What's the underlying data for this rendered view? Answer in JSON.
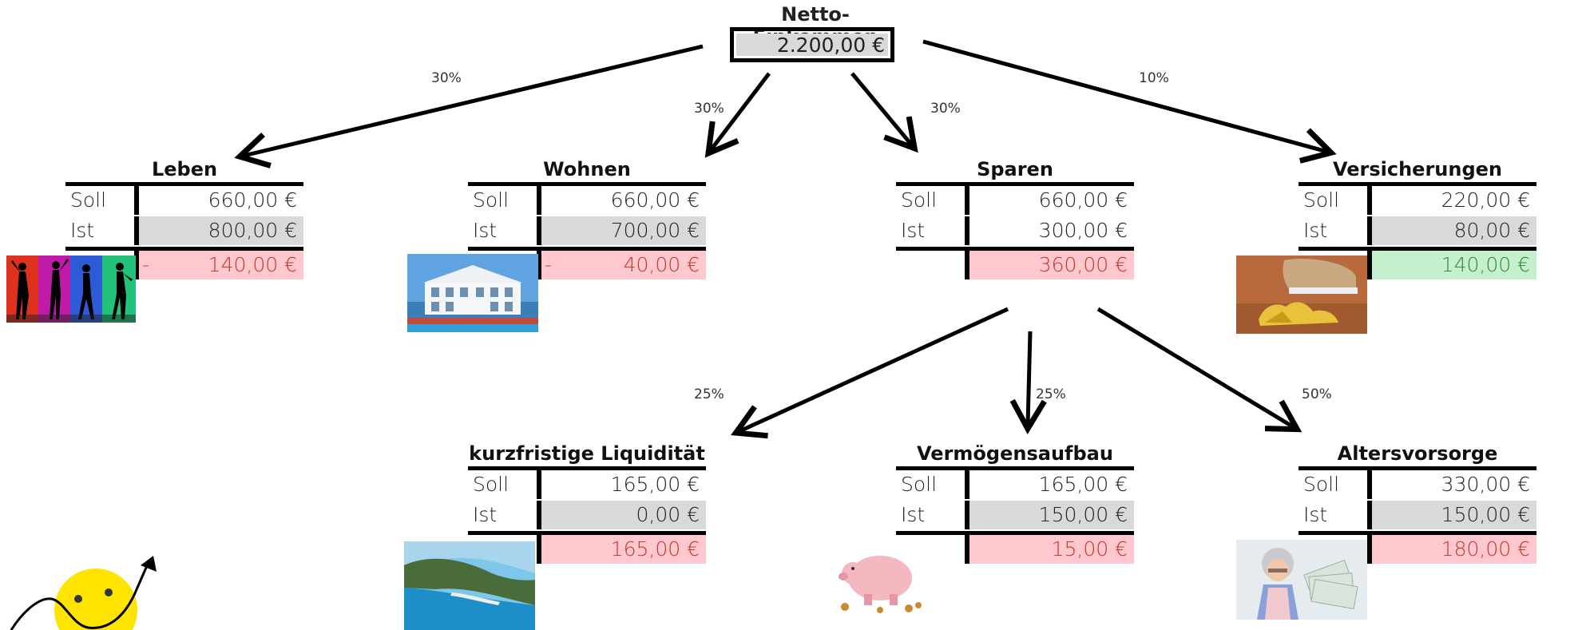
{
  "income": {
    "label": "Netto-Einkommen",
    "value": "2.200,00 €"
  },
  "percent_labels": {
    "leben": "30%",
    "wohnen": "30%",
    "sparen": "30%",
    "versicherungen": "10%",
    "liquiditaet": "25%",
    "vermoegen": "25%",
    "alter": "50%"
  },
  "row_labels": {
    "soll": "Soll",
    "ist": "Ist"
  },
  "budgets": {
    "leben": {
      "title": "Leben",
      "soll": "660,00 €",
      "ist": "800,00 €",
      "sign": "-",
      "diff": "140,00 €",
      "image": "dancers-silhouettes"
    },
    "wohnen": {
      "title": "Wohnen",
      "soll": "660,00 €",
      "ist": "700,00 €",
      "sign": "-",
      "diff": "40,00 €",
      "image": "villa-house"
    },
    "sparen": {
      "title": "Sparen",
      "soll": "660,00 €",
      "ist": "300,00 €",
      "sign": "",
      "diff": "360,00 €"
    },
    "versicherungen": {
      "title": "Versicherungen",
      "soll": "220,00 €",
      "ist": "80,00 €",
      "sign": "",
      "diff": "140,00 €",
      "image": "banana-peel-shoe"
    },
    "liquiditaet": {
      "title": "kurzfristige Liquidität",
      "soll": "165,00 €",
      "ist": "0,00 €",
      "sign": "",
      "diff": "165,00 €",
      "image": "beach-cove"
    },
    "vermoegen": {
      "title": "Vermögensaufbau",
      "soll": "165,00 €",
      "ist": "150,00 €",
      "sign": "",
      "diff": "15,00 €",
      "image": "piggy-bank"
    },
    "alter": {
      "title": "Altersvorsorge",
      "soll": "330,00 €",
      "ist": "150,00 €",
      "sign": "",
      "diff": "180,00 €",
      "image": "grandma-money"
    }
  },
  "colors": {
    "negative_bg": "#ffc7ce",
    "negative_text": "#c0392b",
    "positive_bg": "#c6efce",
    "positive_text": "#2e8b3a",
    "ist_bg": "#d9d9d9"
  },
  "decoration": {
    "image": "smiley-growth-arrow"
  }
}
